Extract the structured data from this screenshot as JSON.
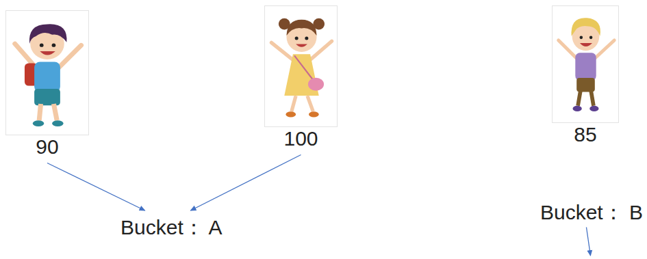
{
  "diagram": {
    "nodes": [
      {
        "text": [
          "90"
        ]
      },
      {
        "text": [
          "100"
        ]
      },
      {
        "text": [
          "85"
        ]
      },
      {
        "text": [
          "Bucket： A"
        ]
      },
      {
        "text": [
          "Bucket： B"
        ]
      }
    ],
    "edges": [
      {
        "from": 0,
        "to": 3,
        "arrow": "to"
      },
      {
        "from": 1,
        "to": 3,
        "arrow": "to"
      }
    ]
  }
}
